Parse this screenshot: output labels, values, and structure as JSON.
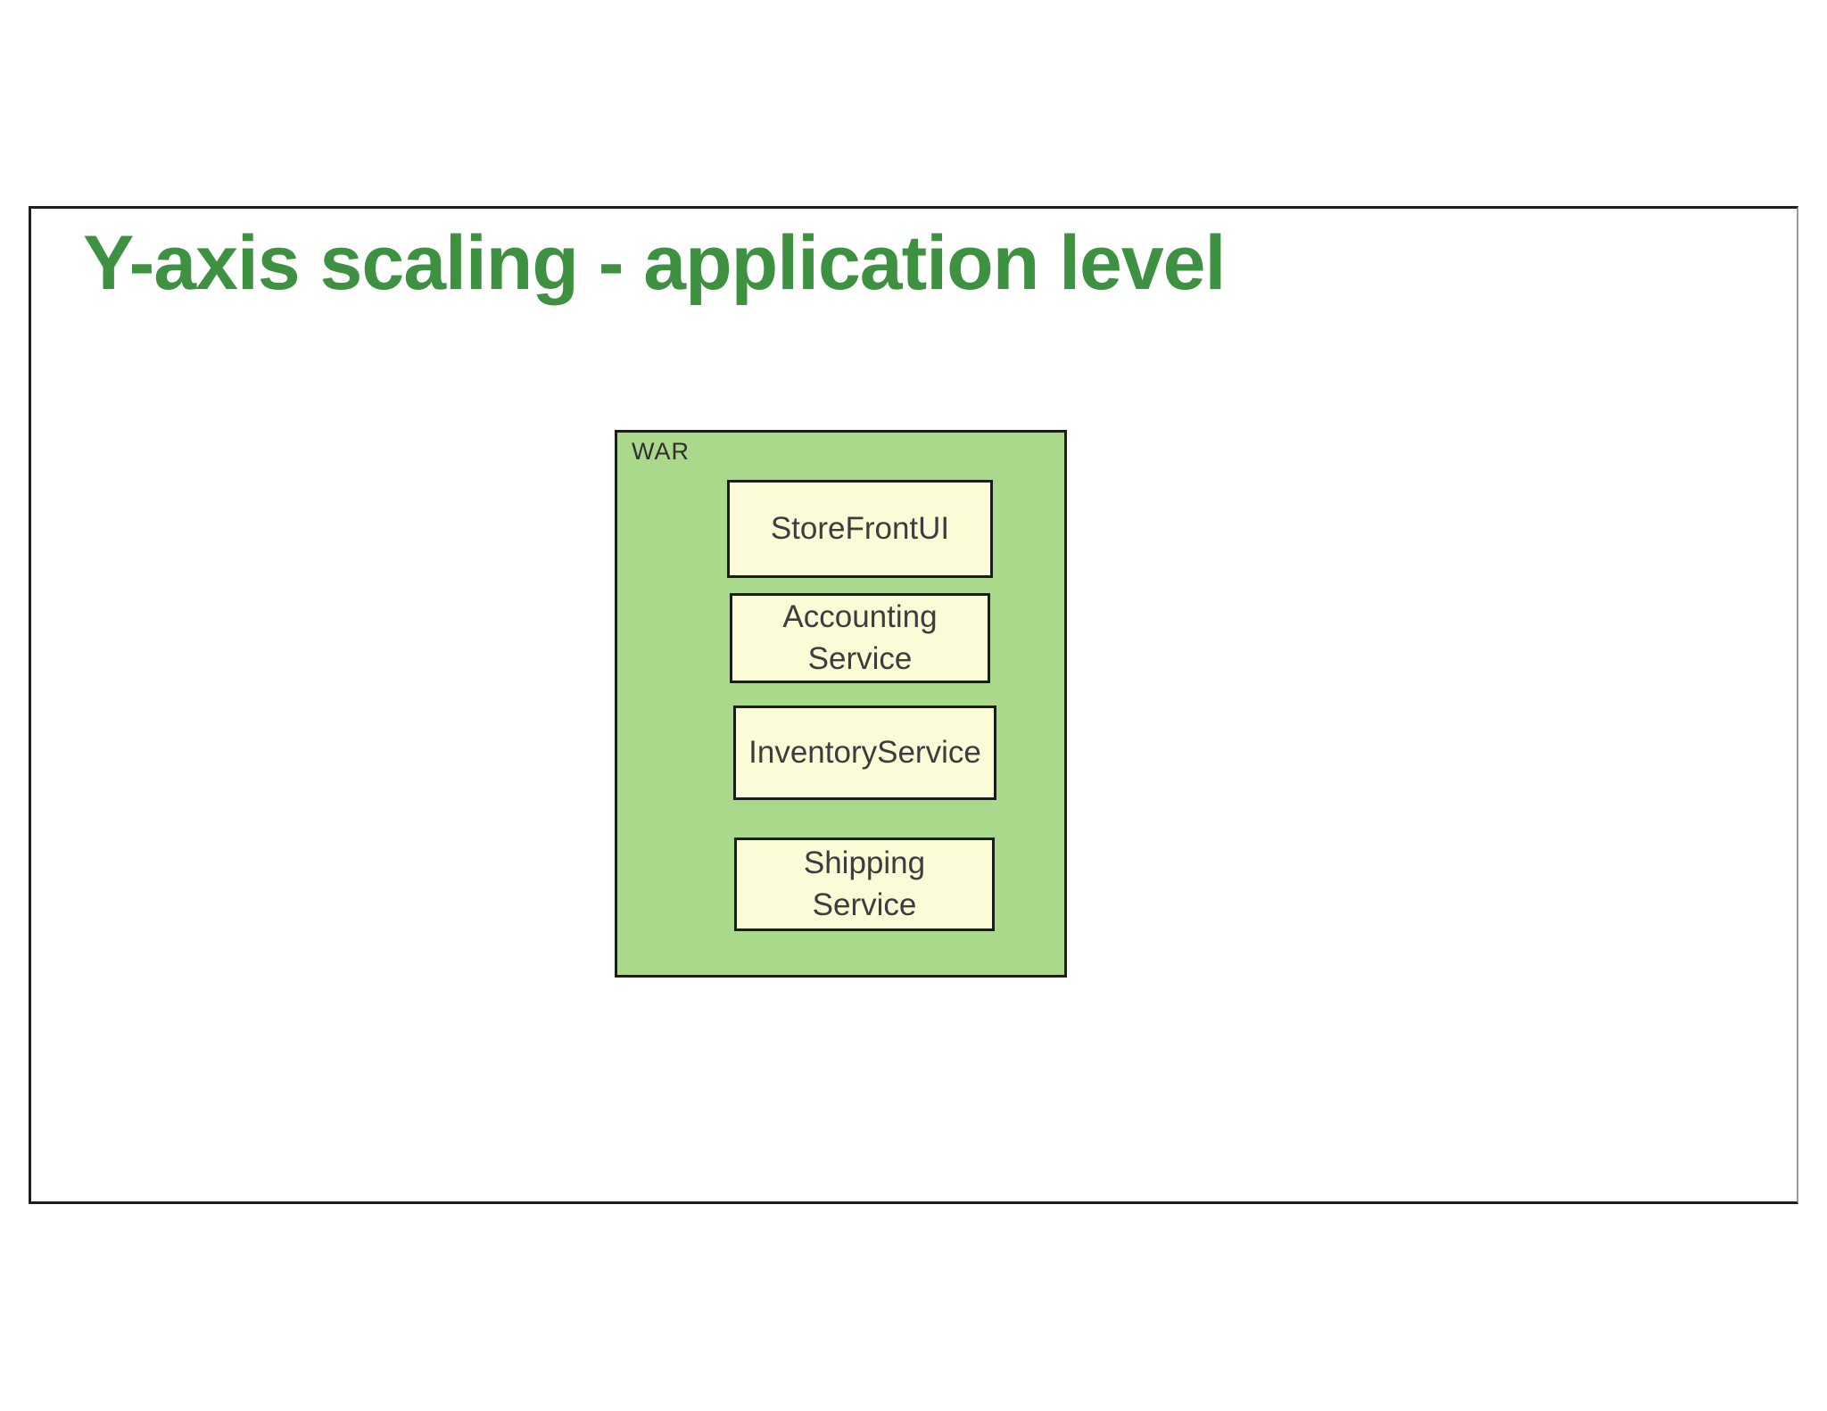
{
  "slide": {
    "title": "Y-axis scaling - application level",
    "title_color": "#3f9142",
    "border_color": "#1f1f1f",
    "background": "#ffffff"
  },
  "diagram": {
    "container": {
      "label": "WAR",
      "fill": "#abd98c",
      "border_color": "#1c1c1c"
    },
    "service_box_fill": "#fbfbd8",
    "service_box_text_color": "#3d3d3d",
    "service_boxes": [
      {
        "label": "StoreFrontUI",
        "lines": [
          "StoreFrontUI"
        ]
      },
      {
        "label": "Accounting Service",
        "lines": [
          "Accounting",
          "Service"
        ]
      },
      {
        "label": "InventoryService",
        "lines": [
          "InventoryService"
        ]
      },
      {
        "label": "Shipping Service",
        "lines": [
          "Shipping",
          "Service"
        ]
      }
    ]
  }
}
